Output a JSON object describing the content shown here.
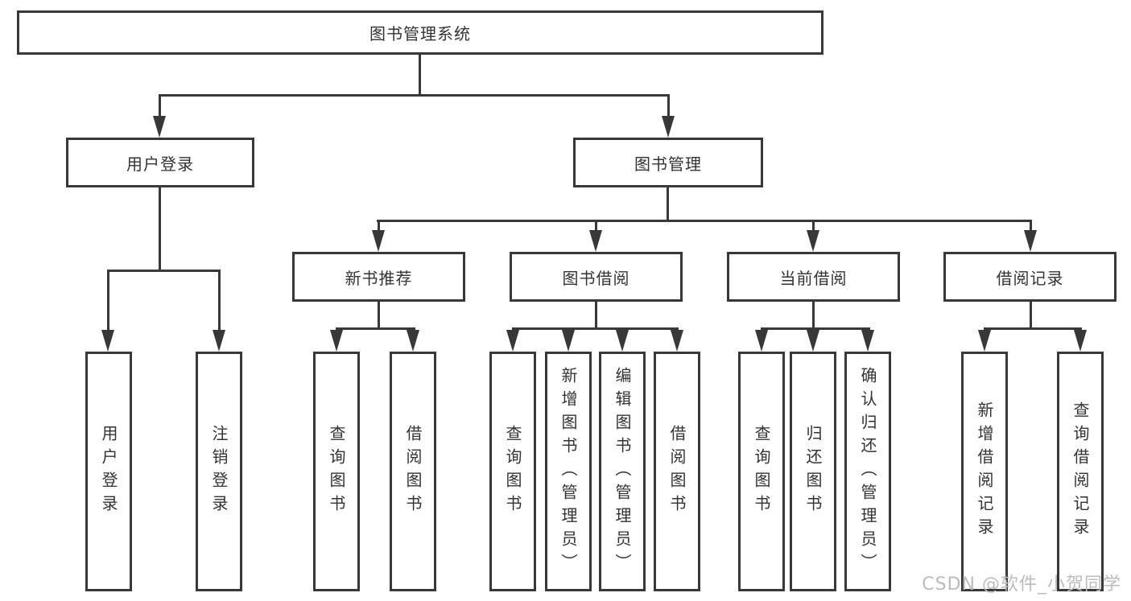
{
  "diagram": {
    "root": {
      "label": "图书管理系统"
    },
    "level2": [
      {
        "label": "用户登录"
      },
      {
        "label": "图书管理"
      }
    ],
    "level3": [
      {
        "label": "新书推荐"
      },
      {
        "label": "图书借阅"
      },
      {
        "label": "当前借阅"
      },
      {
        "label": "借阅记录"
      }
    ],
    "leaves": {
      "user_login": [
        {
          "label": "用户登录"
        },
        {
          "label": "注销登录"
        }
      ],
      "new_book_recommendation": [
        {
          "label": "查询图书"
        },
        {
          "label": "借阅图书"
        }
      ],
      "book_borrowing": [
        {
          "label": "查询图书"
        },
        {
          "label": "新增图书（管理员）"
        },
        {
          "label": "编辑图书（管理员）"
        },
        {
          "label": "借阅图书"
        }
      ],
      "current_borrowing": [
        {
          "label": "查询图书"
        },
        {
          "label": "归还图书"
        },
        {
          "label": "确认归还（管理员）"
        }
      ],
      "borrowing_records": [
        {
          "label": "新增借阅记录"
        },
        {
          "label": "查询借阅记录"
        }
      ]
    }
  },
  "watermark": {
    "text": "CSDN @软件_小贺同学"
  },
  "colors": {
    "line": "#383838",
    "text": "#333333",
    "watermark": "#bcbcbc",
    "background": "#ffffff"
  }
}
